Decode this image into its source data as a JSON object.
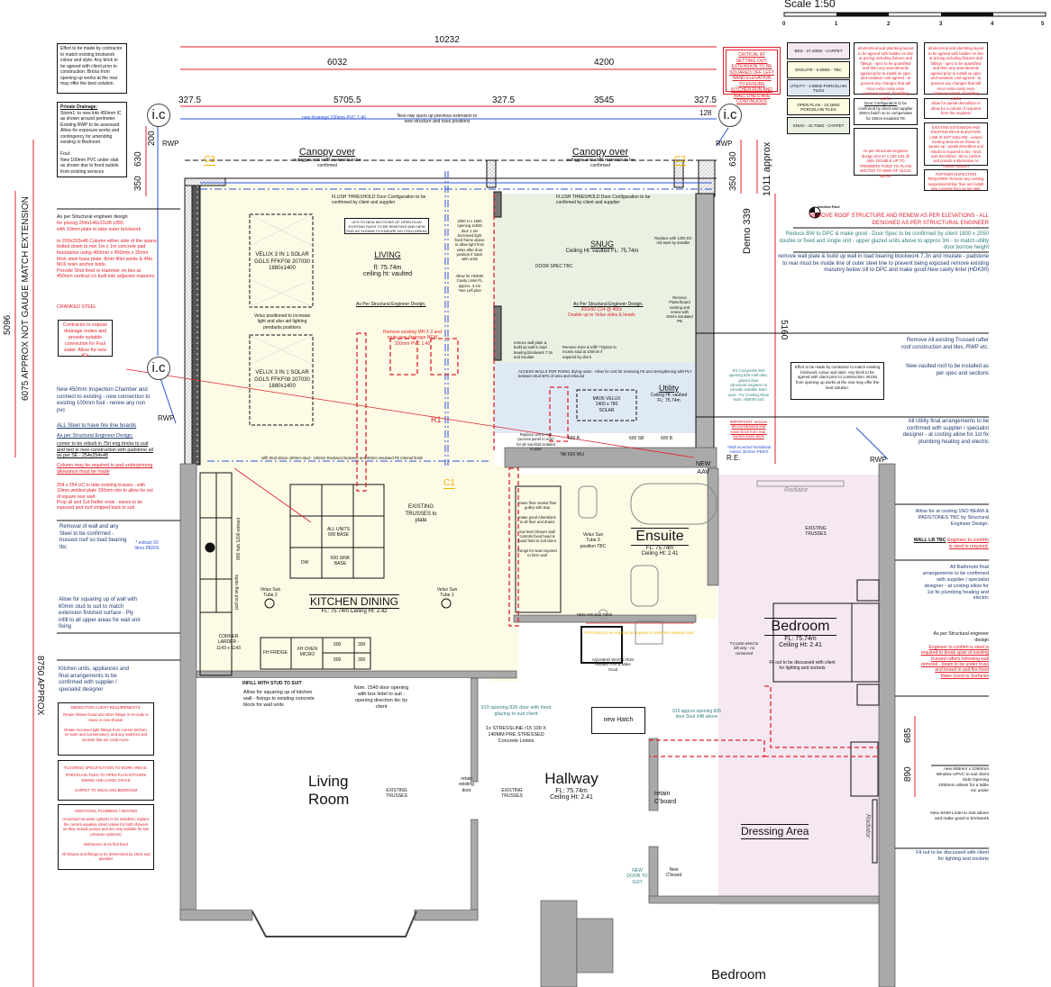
{
  "colors": {
    "dimension_red": "#e0202a",
    "drainage_blue": "#2a4fd8",
    "wall_grey": "#a9a9a9",
    "living_fill": "#fdfbe6",
    "snug_fill": "#e9f1e3",
    "utility_fill": "#dfe9f5",
    "bedroom_fill": "#f5e8f1",
    "column_tag": "#f0b400"
  },
  "scale": {
    "title": "Scale 1:50",
    "ticks": [
      "0",
      "1",
      "2",
      "3",
      "4",
      "5"
    ]
  },
  "legend": [
    "BED - 27.20M2 - CARPET",
    "ENSUITE - 6.65M2 - TBC",
    "UTILITY - 4.86M2 PORCELAIN TILES",
    "OPEN PLAN - 34.28M2 PORCELAIN TILES",
    "SNUG - 42.70M2 - CARPET"
  ],
  "top_notes": {
    "critical": "CRITICAL AT SETTING OUT: EXTENSION TO BE SQUARED OFF LEFT HAND ELEVATION TO ENSURE KITCHEN RUN AND WALL LINES ARE CONTINUOUS",
    "electrical_1": "all electrical and plumbing layout to be agreed with builder on site at pricing including fixtures and fittings - spec to be quantified and then any amendments agreed prior to install on spec and variation cost agreed - to prevent any changes that will incur extra costs once commencement of building works",
    "electrical_2": "all electrical and plumbing layout to be agreed with builder on site at pricing including fixtures and fittings - spec to be quantified and then any amendments agreed prior to install on spec and variation cost agreed - to prevent any changes that will incur extra costs once commencement of building works",
    "door_config_title": "Door Configuration",
    "door_config": "to be confirmed by client and supplier\n\n38mm batch on to compensate for 28mm insulated FE",
    "structural": "As per Structural engineer design\n2no 47 x 150 C24 @ 400c DOUBLE UP TO TRIMMERS FIXED TO PLATE BOLTED TO WEB OF 152UC BEAM",
    "partial_demo": "allow for partial demolition to allow for a column if required from the engineer",
    "existing_ext": "EXISTING EXTENSION AND EXISTING REAR ELEVATION LINE IS NOT SQUARE - extend existing sections as shown to square up - partial demolition and rebuild is required to rbs - brick outs trenchfoot - SE to confirm and provide a alternative no column solution",
    "further_inspection": "FURTHER INSPECTION REQUIRED: Remove any existing suspended timber floor and install new concrete floor as per spec"
  },
  "dimensions": {
    "overall": "10232",
    "left_span": "6032",
    "right_span": "4200",
    "pier_1": "327.5",
    "living_span": "5705.5",
    "pier_2": "327.5",
    "snug_span": "3545",
    "pier_3": "327.5",
    "small": "128",
    "left_200": "200",
    "left_630": "630",
    "left_350": "350",
    "right_630": "630",
    "right_350": "350",
    "right_1011": "1011 approx",
    "demo_339": "Demo 339",
    "dim_5160": "5160",
    "dim_5096": "5096",
    "left_extension": "6075 APPROX NOT GAUGE MATCH EXTENSION",
    "left_8750": "8750 APPROX",
    "window_685": "685",
    "window_890": "890"
  },
  "markers": {
    "ic": "i.c",
    "rwp": "RWP",
    "re": "R.E.",
    "new_aav": "NEW\nAAV",
    "c1": "C1",
    "c2": "C2",
    "c3": "C3",
    "r1": "R1"
  },
  "drainage": {
    "top_left": "new drainage 100mm PVC 1:40",
    "top_mid": "New rwp spurs up previous extension to new structure and rises positions"
  },
  "left_notes": {
    "effort": "Effort to be made by contractor to match existing brickwork colour and style. Any brick to be agreed with client prior to construction.\n\nBricks from opening up works at the rear may offer the best solution.",
    "drainage_title": "Private Drainage:",
    "drainage": "Storm1: to new into 450mm IC as shown around perimeter\nExisting RWP to be assessed\nAllow for exposure works and contingency for amending existing to Bedroom\n\nFoul:\nNew 100mm PVC under slab as shown due to fixed outlets from existing services",
    "structural_head": "As per Structural engineer design",
    "structural": "for pricing 254x146x31UB s355\nwith 10mm plate to take outer brickwork\n\nto 203x203x46 Column either side of the spans\nbolted down to min 1m x 1m concrete pad foundation using 450mm x 450mm x 25mm thick steel base plate. 8mm fillet welds & 4No M16 resin anchor bolts.\nProvide Shot fired or Hammer on ties at 450mm vertical c/c built into adjacent masonry",
    "cranked": "CRANKED STEEL",
    "contractor": "Contractor to expose drainage routes and provide suitable connection for Foul water. Allow for new ICs",
    "inspection": "New 450mm Inspection Chamber and connect to existing - new connection to existing 100mm foul - renew any non pvc",
    "steel_fire": "ALL Steel to have fire line boards",
    "steel_design": "As per Structural Engineer Design.",
    "steel_corner": "corner to be rebuilt in 75n eng bricks to suit and tied to new construction with padstone all as per SE - 254x254x48",
    "steel_column": "Column may be required to pad underpinning allowance must be made",
    "uc": "254 x 254 UC to take existing trusses - with 10mm welded plate 150mm min to allow for out of square rear wall\nProp all and Cut Rafter ends - eaves to be exposed and roof stripped back to suit",
    "removal": "Removal of wall and any Steel to be confirmed - trussed roof so load bearing tbc",
    "extract": "* extract 60 litres PER/S",
    "squaring": "Allow for squaring up of wall with 60mm stud to suit to match extension finished surface - Ply infill to all upper areas for wall unit fixing",
    "kitchen": "Kitchen units, appliances and final arrangements to be confirmed with supplier / specialist designer",
    "demolition_title": "DEMOLITION CLIENT REQUIREMENTS:",
    "demolition": "Retain shower head and other fittings in en-suite to reuse in new shower\n\nRetain recessed light fittings from current Kitchen, en-suite and Conservatory, and any switches and sockets that we could reuse.",
    "flooring_title": "FLOORING SPECIFICATION TO WORK AREAS:",
    "flooring": "PORCELAIN TILES TO OPEN PLAN KITCHEN/ DINING AND LIVING SPACE\n\nCARPET TO SNUG AND BEDROOM",
    "plumbing_title": "ADDITIONAL PLUMBING / HEATING",
    "plumbing": "Unvented hot water cylinder to be installed ( replace the current aqualisa smart valves for both showers as they include pumps and are only suitable for low pressure systems)\n\nBathrooms to be first fixed\n\nAll fixtures and fittings to be determined by client and plumber"
  },
  "right_notes": {
    "insertion": "Insertion Point",
    "remove_roof": "REMOVE ROOF STRUCTURE AND RENEW AS PER ELEVATIONS - ALL DESIGNED AS PER STRUCTURAL ENGINEER",
    "reduce_bw": "Reduce BW to DPC & make good - Door Spec to be confirmed by client 1800 x 2050 double or fixed and single unit - upper glazed units above to approx 3m - to match utility door borrow height",
    "wall_plate": "remove wall plate & build up wall in load bearing blockwork 7.3n and insulate - padstone to rear must be inside line of outer steel line to prevent being exposed remove existing masonry below cill to DPC and make good New cavity lintel (HDK90)",
    "remove_trussed": "Remove All existing Trussed rafter roof construction and tiles, RWP etc.",
    "vaulted": "New vaulted roof to be installed as per spec and sections",
    "effort": "Effort to be made by contractor to match existing brickwork colour and style. Any brick to be agreed with client prior to construction.\n\nBricks from opening up works at the rear may offer the best solution.",
    "utility": "All Utility final arrangements to be confirmed with supplier / specialist designer - at costing allow for 1st fix plumbing heating and electric",
    "beam": "Allow for at costing 1NO BEAM & PADSTONES TBC by Structural Engineer Design.",
    "wall_lb": "WALL LB TBC",
    "wall_lb_red": "Engineer to confirm is steel is required.",
    "bathroom": "All Bathroom final arrangements to be confirmed with supplier / specialist designer - at costing allow for 1st fix plumbing heating and electric",
    "structural_head": "As per Structural engineer design",
    "structural_red": "Engineer to confirm is steel is required to break span of existing trussed rafters following wall removal - beam to be under truss and boxed in and fire lined\nMake Good to Surfaces",
    "window": "new 685mm x 1050mm Window UPVC to suit client\nSide Opening\n1050mm allows for a table etc under",
    "lintel": "New SK90 Lintel to Suit above and make good to brickwork",
    "fitout": "Fit out to be discussed with client for lighting and sockets",
    "ex_composite": "EX Composite 910 opening 826 Half obsc. glazed door\nStructural engineer to provide suitable lintel spec. For Costing Allow Nom. HDK90-100",
    "important": "IMPORTANT: remove all unrestrained and loose brick from rear, bucket down brick",
    "wall_extract": "*Wall mounted humidistat extract 30 litres PER/S"
  },
  "rooms": {
    "canopy_left": {
      "title": "Canopy over",
      "note": "outrigger and soffit materials to be confirmed"
    },
    "canopy_right": {
      "title": "Canopy over",
      "note": "outrigger and soffit materials to be confirmed"
    },
    "living": {
      "title": "LIVING",
      "fl": "fl: 75.74m",
      "ceiling": "ceiling ht: vaulted"
    },
    "snug": {
      "title": "SNUG",
      "ceiling": "Ceiling Ht: vaulted FL: 75.74m",
      "door": "DOOR SPEC TBC"
    },
    "utility": {
      "title": "Utility",
      "ceiling": "Ceiling Ht: vaulted",
      "fl": "FL: 75.74m"
    },
    "ensuite": {
      "title": "Ensuite",
      "fl": "FL: 75.74m",
      "ceiling": "Ceiling Ht: 2.41"
    },
    "bedroom": {
      "title": "Bedroom",
      "fl": "FL: 75.74m",
      "ceiling": "Ceiling Ht: 2.41",
      "note": "Fit out to be discussed with client for lighting and sockets"
    },
    "kitchen": {
      "title": "KITCHEN DINING",
      "fl": "FL: 75.74m Ceiling Ht: 2.42"
    },
    "living_room": {
      "title": "Living\nRoom"
    },
    "hallway": {
      "title": "Hallway",
      "fl": "FL: 75.74m",
      "ceiling": "Ceiling Ht: 2.41"
    },
    "dressing": {
      "title": "Dressing Area"
    },
    "bedroom_2": {
      "title": "Bedroom"
    }
  },
  "plan_labels": {
    "velux_1": "VELUX 3 IN 1 SOLAR\nGGLS FFKF08 207030\n1880x1400",
    "velux_2": "VELUX 3 IN 1 SOLAR\nGGLS FFKF08 207030\n1880x1400",
    "velux_note": "Velux positioned to increase light and also aid lighting pendants positions",
    "mk06": "MK06 VELUX\n1400 x 780\nSOLAR",
    "upvc_rad": "UFH TO NEW SECTIONS OF OPEN PLAN EXISTING RADS TO BE REMOVED AND NEW RAD AS SHOWN TO ENSURE NO COLD AREAS",
    "flush_1": "FLUSH THRESHOLD Door Configuration to be confirmed by client and supplier",
    "flush_2": "FLUSH THRESHOLD Door Configuration to be confirmed by client and supplier",
    "struct_living": "As Per Structural Engineer Design.",
    "struct_snug": "As Per Structural Engineer Design.",
    "joists": "200x50 C24 @ 400c\nDouble up to Velux sides & heads",
    "remove_mh": "Remove existing MH X 2 and route new drainage NEW 100mm PVC 1:40",
    "existing_trusses_k": "EXISTING\nTRUSSES to\nplate",
    "existing_trusses_lr": "EXISTING\nTRUSSES",
    "existing_trusses_h": "EXISTING\nTRUSSES",
    "existing_trusses_b": "EXISTING\nTRUSSES",
    "radiator": "Radiator",
    "radiator_2": "Radiator",
    "all_units": "ALL UNITS\n600 BASE",
    "sink": "600 SINK\nBASE",
    "dw": "DW",
    "hob": "900 hob\n1200 extract",
    "pullout": "pull out veg\nracks",
    "corner": "CORNER\nLARDER -\n1143 x 1143",
    "fridge": "FH FRIDGE",
    "oven": "FH OVEN\nMICRO",
    "u600a": "600",
    "u600b": "600",
    "u300a": "300",
    "u300b": "300",
    "sun1": "Velux Sun\nTube 1",
    "sun2": "Velux Sun\nTube 2",
    "sun3": "Velux Sun\nTube 3\nposition TBC",
    "infill": "INFILL WITH STUD TO SUIT",
    "infill_note": "Allow for squaring up of kitchen wall - fixings to existing concrete block for wall units",
    "nom_door": "Nom. 1540 door opening with box lintel to suit - opening direction tbc by client",
    "opening_910": "910 opening 826 door with fixed glazing to suit client",
    "stressline": "1x STRESSLINE r15 100 X\n140MM PRE STRESSED\nConcrete Lintels",
    "new_hatch": "new Hatch",
    "retain_door": "retain\nexisting\ndoor",
    "retain_cboard": "retain\nC'board",
    "new_door": "NEW\nDOOR TO\nSUIT",
    "new_cboard": "New\nC'board",
    "opening_910b": "910 approx opening 826 door Stud infill above",
    "shower": "chase floor sealed floor gulley with trap\n\nmake good Alterations to all floor and drains\n\nlow level shower wall controls fixed head & hand held to suit client\n\nfixings for seat required to form wall",
    "replace_unit": "Replace unit to suit (access panel to rear) for all manifold isolated to pipe",
    "all600": "*All 600 WU",
    "u600b1": "600 B",
    "u600b2": "600 B",
    "u600sb": "600 SB",
    "access_walls": "ACCESS WALLS FOR FIXING drying racks - Allow for cost for removing FE and strengthening with PLY between stud 50% of area and rebound",
    "wc_note": "AQUABAD WASTE RUN Replace AAV & Make Good",
    "svp": "SVP boxing to be exposed as required to determine existing route",
    "tv": "TV point wired to loft only - no connected",
    "steel_snug": "Replace with 1200 DC rsd steel by installer",
    "remove_plasterboard": "Remove Plasterboard existing and renew with 20mm insulated PB",
    "remove_wall_plate": "remove wall plate & build up wall in load bearing blockwork 7.3n and insulate",
    "remove_door": "Remove Door & Infill **Option to recess stud at 100mm if required by client",
    "doors_2000": "2000 H x 1800 opening 2x826 door 1.2m borrowed light fixed frame above to allow light from velux after door position if stack with units",
    "cavity": "Allow for HDK90 Cavity Lintel FL approx. 3.1m *see Left plan",
    "insulated": "infill Stud above 100mm stud - 100mm Rockwool between and 60mm insulated FE internal finish",
    "new_stud": "NEW 400 stud TWall"
  }
}
